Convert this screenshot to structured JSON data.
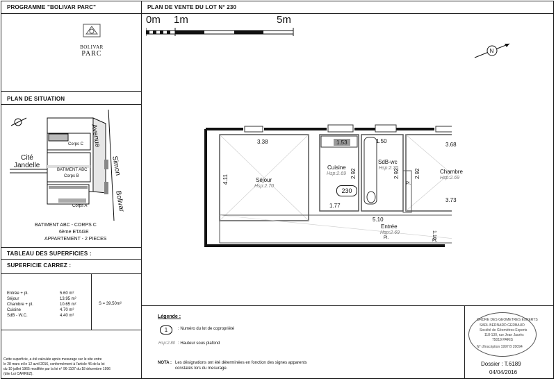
{
  "header": {
    "programme": "PROGRAMME \"BOLIVAR PARC\"",
    "plan_title": "PLAN DE VENTE DU LOT N° 230"
  },
  "scale": {
    "m0": "0m",
    "m1": "1m",
    "m5": "5m"
  },
  "logo": {
    "line1": "BOLIVAR",
    "line2": "PARC"
  },
  "situation": {
    "title": "PLAN DE SITUATION",
    "streets": [
      "Avenue",
      "Simon",
      "Bolivar"
    ],
    "cite": [
      "Cité",
      "Jandelle"
    ],
    "blocks": [
      "Corps C",
      "BATIMENT ABC",
      "Corps B",
      "Corps A"
    ],
    "caption": [
      "BATIMENT ABC - CORPS C",
      "6ème ETAGE",
      "APPARTEMENT - 2 PIECES"
    ]
  },
  "tableau": {
    "title": "TABLEAU DES SUPERFICIES :",
    "carrez_title": "SUPERFICIE CARREZ :"
  },
  "areas": [
    {
      "name": "Entrée + pl.",
      "value": "5.60 m²"
    },
    {
      "name": "Séjour",
      "value": "13.95 m²"
    },
    {
      "name": "Chambre + pl.",
      "value": "10.65 m²"
    },
    {
      "name": "Cuisine",
      "value": "4.70 m²"
    },
    {
      "name": "SdB - W.C.",
      "value": "4.40 m²"
    }
  ],
  "total": "S  =  39.50m²",
  "footnote": [
    "Cette superficie, a été calculée après mesurage sur le site entre",
    "le 28 mars et le 12 avril 2016, conformément à l'article 46 de la loi",
    "du 10 juillet 1965 modifiée par la loi n° 96-1107 du 18 décembre 1996",
    "(dite Loi CARREZ)."
  ],
  "rooms": {
    "sejour": {
      "name": "Séjour",
      "hsp": "Hsp:2.70"
    },
    "cuisine": {
      "name": "Cuisine",
      "hsp": "Hsp:2.69"
    },
    "sdb": {
      "name": "SdB-wc",
      "hsp": "Hsp:2.70"
    },
    "chambre": {
      "name": "Chambre",
      "hsp": "Hsp:2.69"
    },
    "entree": {
      "name": "Entrée",
      "hsp": "Hsp:2.69"
    }
  },
  "dimensions": [
    "3.38",
    "4.11",
    "1.53",
    "1.50",
    "3.68",
    "2.92",
    "2.92",
    "2.92",
    "1.77",
    "3.73",
    "5.10",
    "1.10"
  ],
  "lot_number": "230",
  "marks": {
    "pl": "Pl.",
    "PL": "PL"
  },
  "legend": {
    "title": "Légende :",
    "lot_symbol": "1",
    "lot_desc": ": Numéro du lot de copropriété",
    "hsp_symbol": "Hsp:2.80",
    "hsp_desc": ": Hauteur sous plafond"
  },
  "note": {
    "label": "NOTA :",
    "line1": "Les désignations ont été déterminées en fonction des signes apparents",
    "line2": "constatés lors du mesurage."
  },
  "stamp": [
    "ORDRE DES GEOMETRES EXPERTS",
    "SARL BERNARD GERBAUD",
    "Société de Géomètres-Experts",
    "118-130, rue Jean Jaurès",
    "75019 PARIS",
    "N° d'inscription 1997 B 20094"
  ],
  "dossier": {
    "label": "Dossier : T.6189",
    "date": "04/04/2016"
  }
}
